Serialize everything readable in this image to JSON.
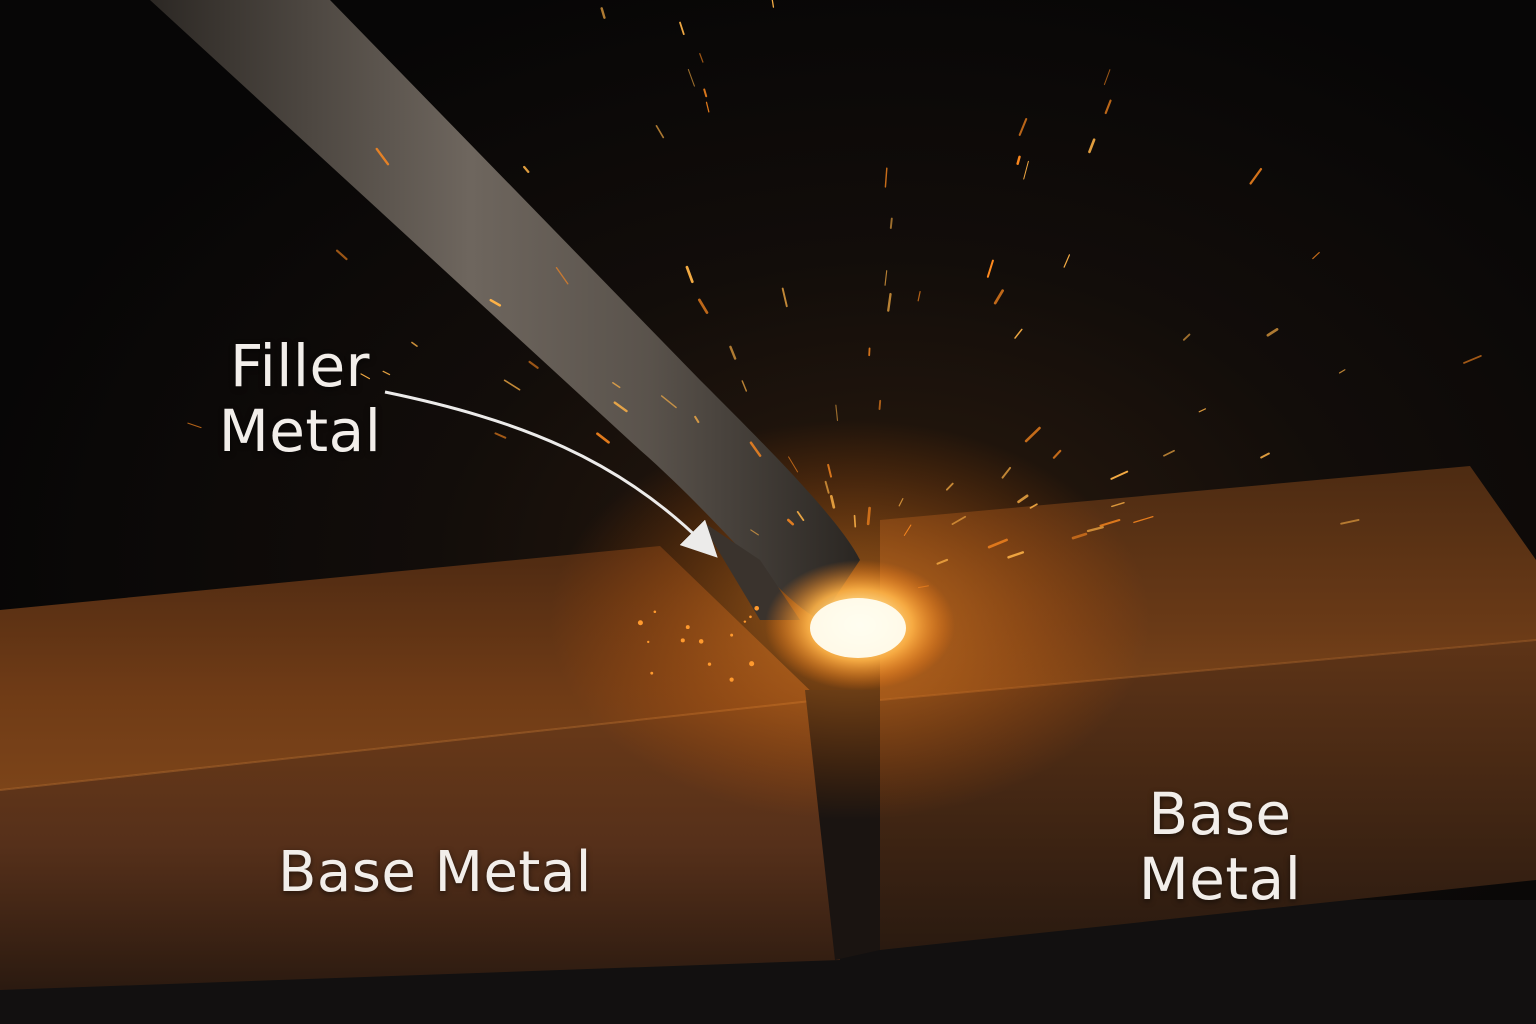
{
  "labels": {
    "filler_line1": "Filler",
    "filler_line2": "Metal",
    "base_left": "Base Metal",
    "base_right_line1": "Base",
    "base_right_line2": "Metal"
  },
  "colors": {
    "background": "#0c0a09",
    "base_metal": "#6b3a17",
    "electrode": "#5a534c",
    "arc_glow": "#ffb347",
    "spark": "#ff8a1f",
    "label_text": "#f2eeea"
  },
  "icons": {
    "arrow": "arrow-pointer-icon"
  }
}
